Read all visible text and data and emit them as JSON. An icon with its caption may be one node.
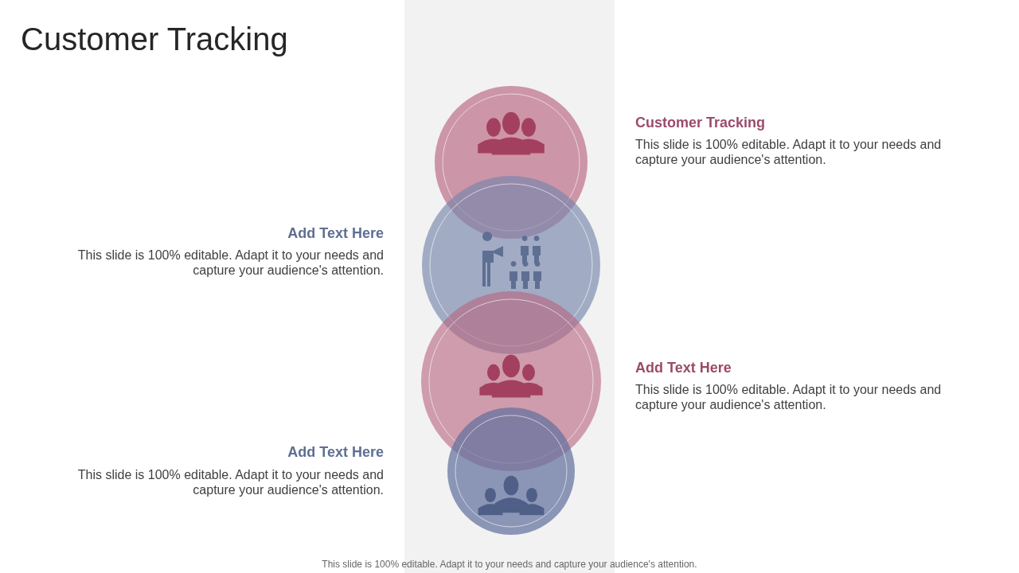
{
  "diagram": {
    "title": "Customer Tracking",
    "labels": [
      "Customer Tracking",
      "This slide is 100% editable. Adapt it to your needs and capture your audience's attention.",
      "Add Text Here",
      "This slide is 100% editable. Adapt it to your needs and capture your audience's attention.",
      "Add Text Here",
      "This slide is 100% editable. Adapt it to your needs and capture your audience's attention.",
      "Add Text Here",
      "This slide is 100% editable. Adapt it to your needs and capture your audience's attention.",
      "This slide is 100% editable. Adapt it to your needs and capture your audience's attention."
    ]
  }
}
